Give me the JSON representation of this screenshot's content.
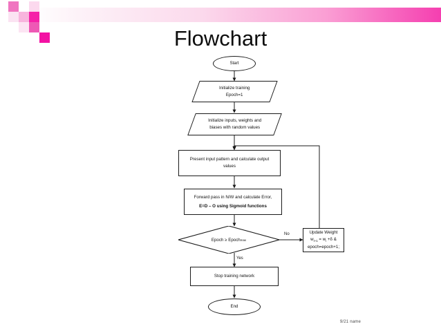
{
  "slide": {
    "title": "Flowchart",
    "footer": "9/21 name",
    "accent_color": "#f521a8",
    "band_color_start": "#ffffff",
    "band_color_end": "#f53fb0"
  },
  "decoration": {
    "squares": [
      {
        "name": "deco-square-1",
        "color": "#f075c0"
      },
      {
        "name": "deco-square-2",
        "color": "#ffffff"
      },
      {
        "name": "deco-square-3",
        "color": "#fcd9ee"
      },
      {
        "name": "deco-square-4",
        "color": "#fbe3f2"
      },
      {
        "name": "deco-square-5",
        "color": "#f8b4dd"
      },
      {
        "name": "deco-square-6",
        "color": "#f521a8"
      },
      {
        "name": "deco-square-7",
        "color": "#fce4f3"
      },
      {
        "name": "deco-square-8",
        "color": "#ee59b5"
      },
      {
        "name": "deco-square-9",
        "color": "#ffffff"
      },
      {
        "name": "deco-square-10",
        "color": "#ffffff"
      },
      {
        "name": "deco-square-11",
        "color": "#f312a3"
      }
    ]
  },
  "flowchart": {
    "nodes": {
      "start": {
        "shape": "oval",
        "text": "Start"
      },
      "init_training": {
        "shape": "parallelogram",
        "line1": "Initialize training",
        "line2": "Epoch=1"
      },
      "init_weights": {
        "shape": "parallelogram",
        "line1": "Initialize inputs, weights and",
        "line2": "biases with random values"
      },
      "present_pattern": {
        "shape": "rectangle",
        "line1": "Present input pattern and calculate output",
        "line2": "values"
      },
      "forward_pass": {
        "shape": "rectangle",
        "line1": "Forward pass in N/W and calculate Error,",
        "line2": "E=D – O using Sigmoid functions"
      },
      "decision": {
        "shape": "diamond",
        "text": "Epoch ≥ Epoch",
        "subscript": "max"
      },
      "update_weight": {
        "shape": "rectangle",
        "line1": "Update Weight",
        "line2a": "w",
        "line2b": "i+1",
        "line2c": " = w",
        "line2d": "i",
        "line2e": " +δ &",
        "line3": "epoch=epoch+1;"
      },
      "stop_training": {
        "shape": "rectangle",
        "text": "Stop training network"
      },
      "end": {
        "shape": "oval",
        "text": "End"
      }
    },
    "edge_labels": {
      "no": "No",
      "yes": "Yes"
    }
  }
}
